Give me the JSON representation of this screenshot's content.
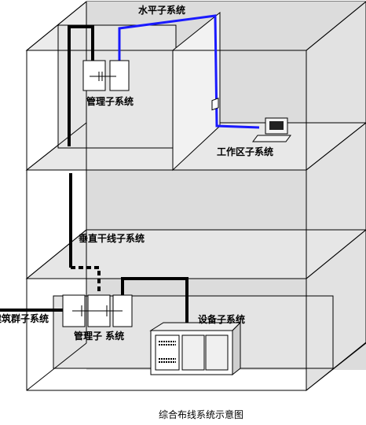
{
  "labels": {
    "horizontal": "水平子系统",
    "admin_top": "管理子系统",
    "work_area": "工作区子系统",
    "vertical": "垂直干线子系统",
    "campus": "建筑群子系统",
    "admin_bottom": "管理子 系统",
    "equipment": "设备子系统"
  },
  "caption": "综合布线系统示意图",
  "colors": {
    "floor": "#e6e6e6",
    "floor_top": "#eeeeee",
    "side_wall": "#dadada",
    "line": "#000000",
    "cable_blue": "#1a1aff",
    "backbone": "#000000"
  }
}
